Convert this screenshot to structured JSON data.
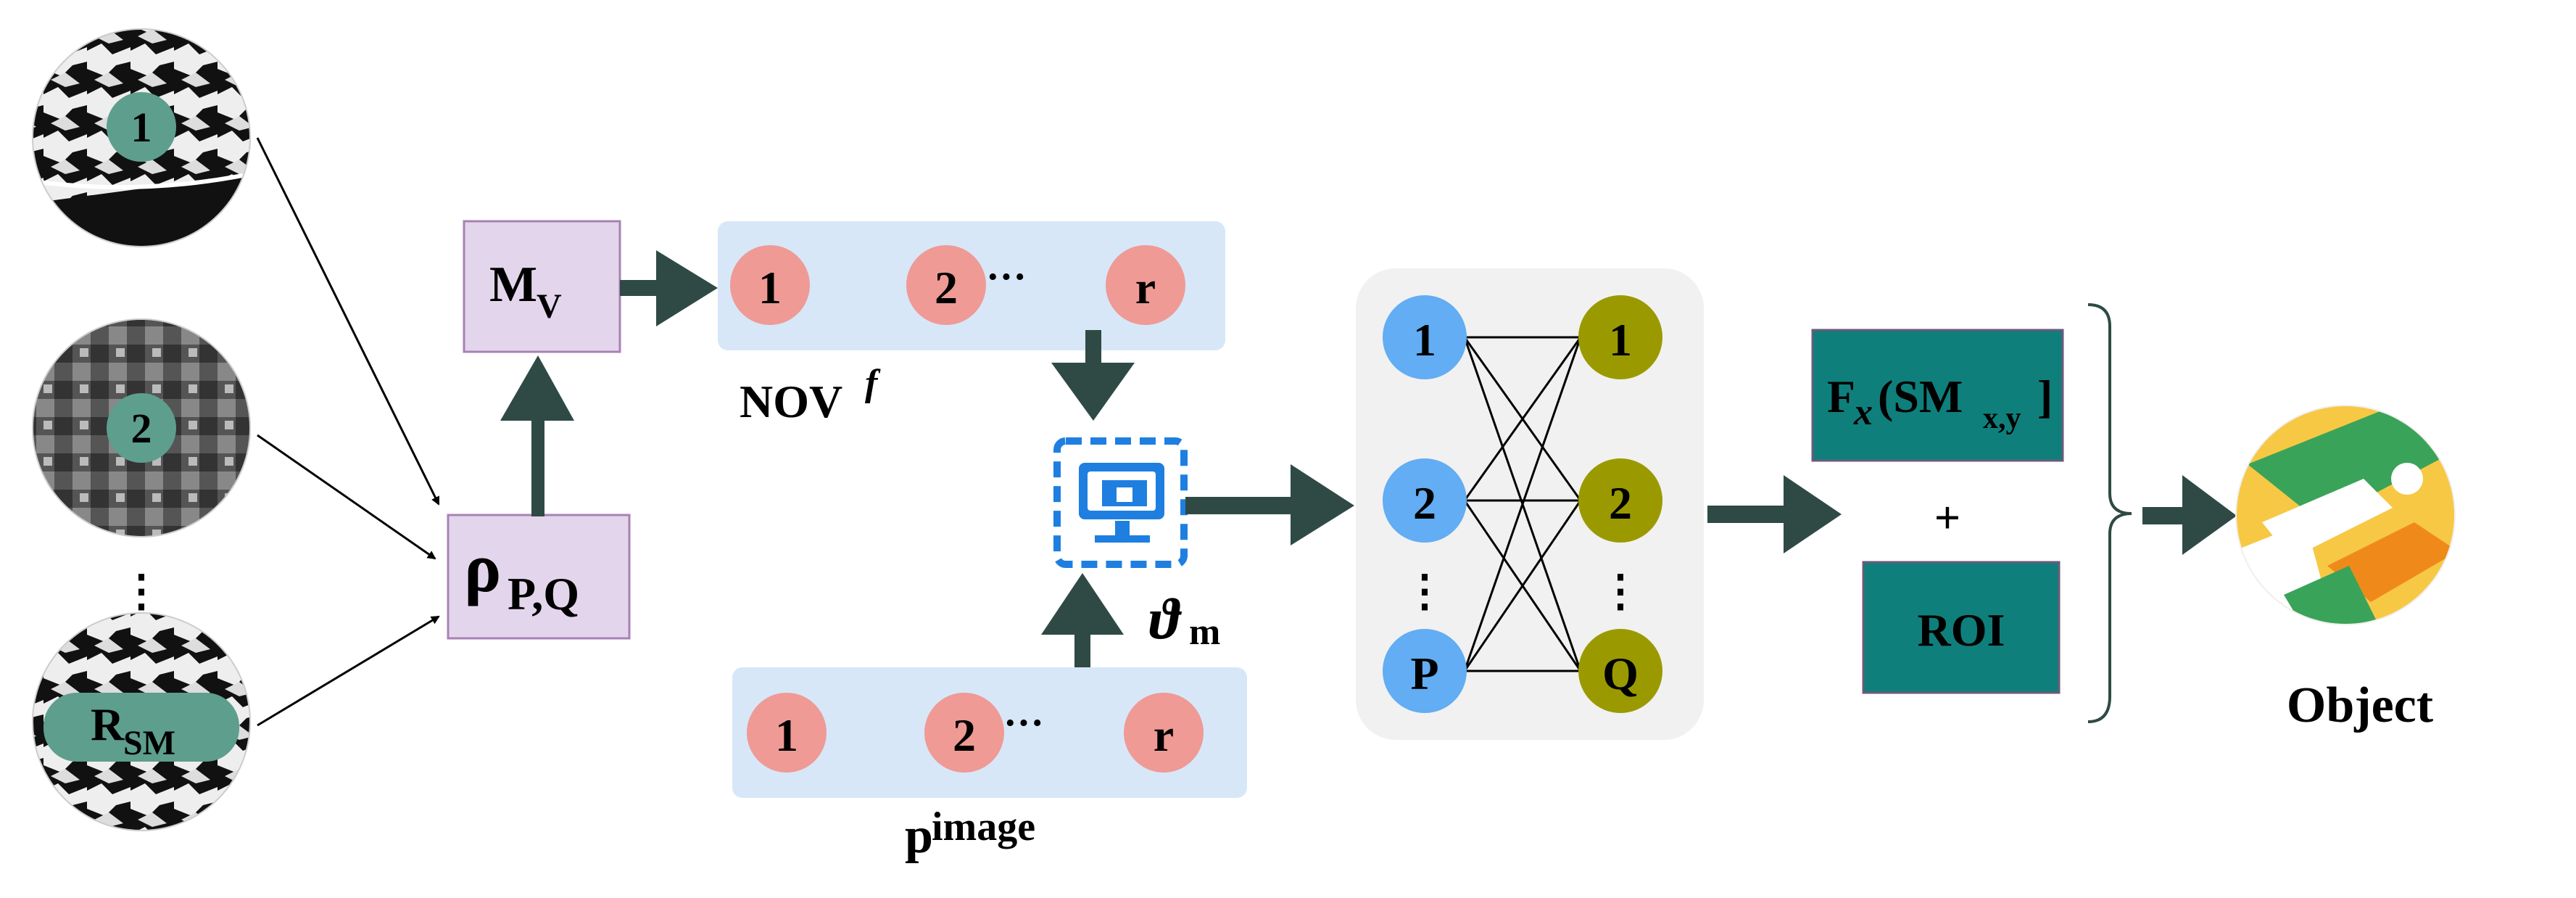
{
  "inputs": {
    "top_label": "1",
    "mid_label": "2",
    "bottom_label_main": "R",
    "bottom_label_sub": "SM",
    "dots": "⋮"
  },
  "rho_box": {
    "symbol": "ρ",
    "sub": "P,Q"
  },
  "mv_box": {
    "main": "M",
    "sub": "V"
  },
  "nov": {
    "label_main": "NOV",
    "label_sup": "f",
    "nodes": [
      "1",
      "2",
      "r"
    ],
    "ellipsis": "···"
  },
  "pimage": {
    "label_p": "p",
    "label_sup": "image",
    "nodes": [
      "1",
      "2",
      "r"
    ],
    "ellipsis": "···"
  },
  "vm": {
    "symbol": "ϑ",
    "sub": "m"
  },
  "network": {
    "left_nodes": [
      "1",
      "2",
      "P"
    ],
    "right_nodes": [
      "1",
      "2",
      "Q"
    ],
    "dots": "⋮"
  },
  "feature_box": {
    "f": "F",
    "x": "x",
    "open": "(SM",
    "sub": "x,y",
    "close": "]"
  },
  "plus": "+",
  "roi_box": {
    "label": "ROI"
  },
  "output": {
    "label": "Object"
  },
  "colors": {
    "arrow": "#2f4a44",
    "teal_box": "#0f7f7c",
    "lavender_box": "#e3d6ec",
    "lavender_border": "#a781b5",
    "blue_panel": "#d7e7f8",
    "pink_node": "#ef9a95",
    "blue_node": "#62adf3",
    "olive_node": "#9a9a00",
    "teal_label": "#5e9e8d",
    "gray_panel": "#f1f1f1",
    "vm_blue": "#1e7fe0"
  }
}
